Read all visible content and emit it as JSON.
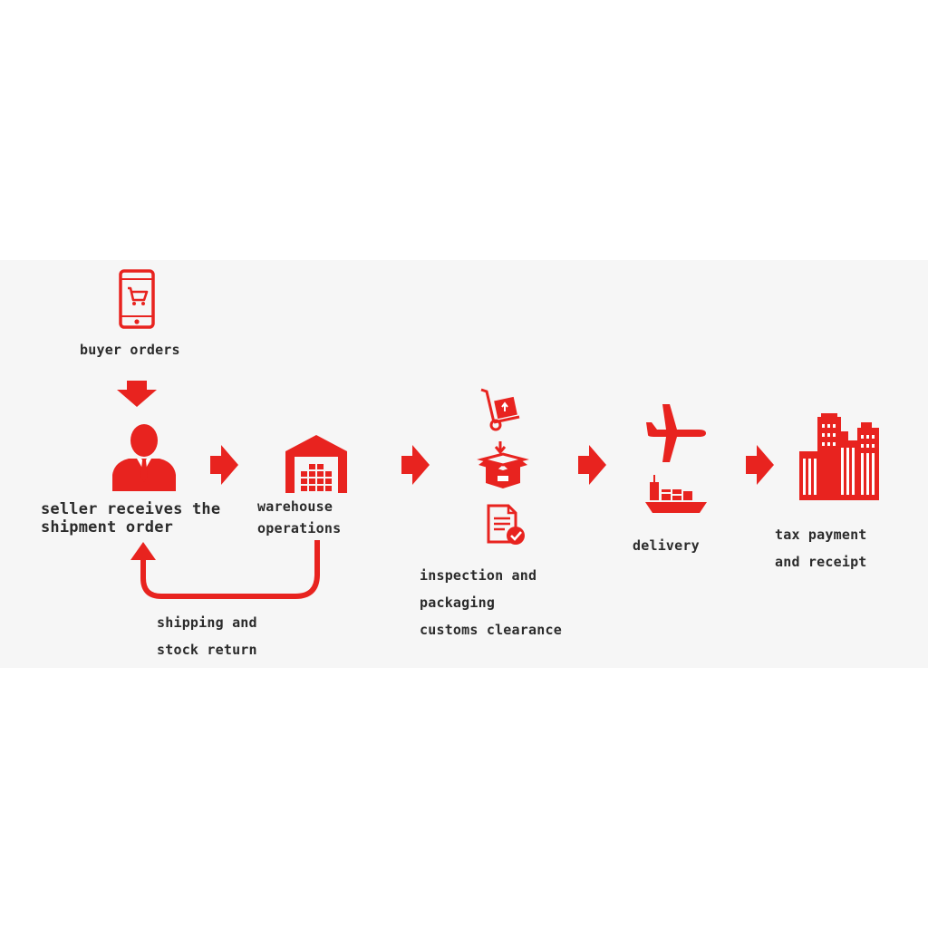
{
  "accent_color": "#e8231f",
  "text_color": "#2b2b2b",
  "steps": {
    "buyer_orders": {
      "label": "buyer orders",
      "icon": "smartphone-cart-icon"
    },
    "seller": {
      "line1": "seller receives the",
      "line2": "shipment order",
      "icon": "businessman-icon"
    },
    "warehouse": {
      "line1": "warehouse",
      "line2": "operations",
      "icon": "warehouse-icon"
    },
    "inspection": {
      "line1": "inspection and",
      "line2": "packaging",
      "line3": "customs clearance",
      "icons": [
        "hand-truck-icon",
        "open-box-icon",
        "document-check-icon"
      ]
    },
    "delivery": {
      "label": "delivery",
      "icons": [
        "airplane-icon",
        "cargo-ship-icon"
      ]
    },
    "tax": {
      "line1": "tax payment",
      "line2": "and receipt",
      "icon": "city-buildings-icon"
    },
    "return_loop": {
      "line1": "shipping and",
      "line2": "stock return"
    }
  }
}
